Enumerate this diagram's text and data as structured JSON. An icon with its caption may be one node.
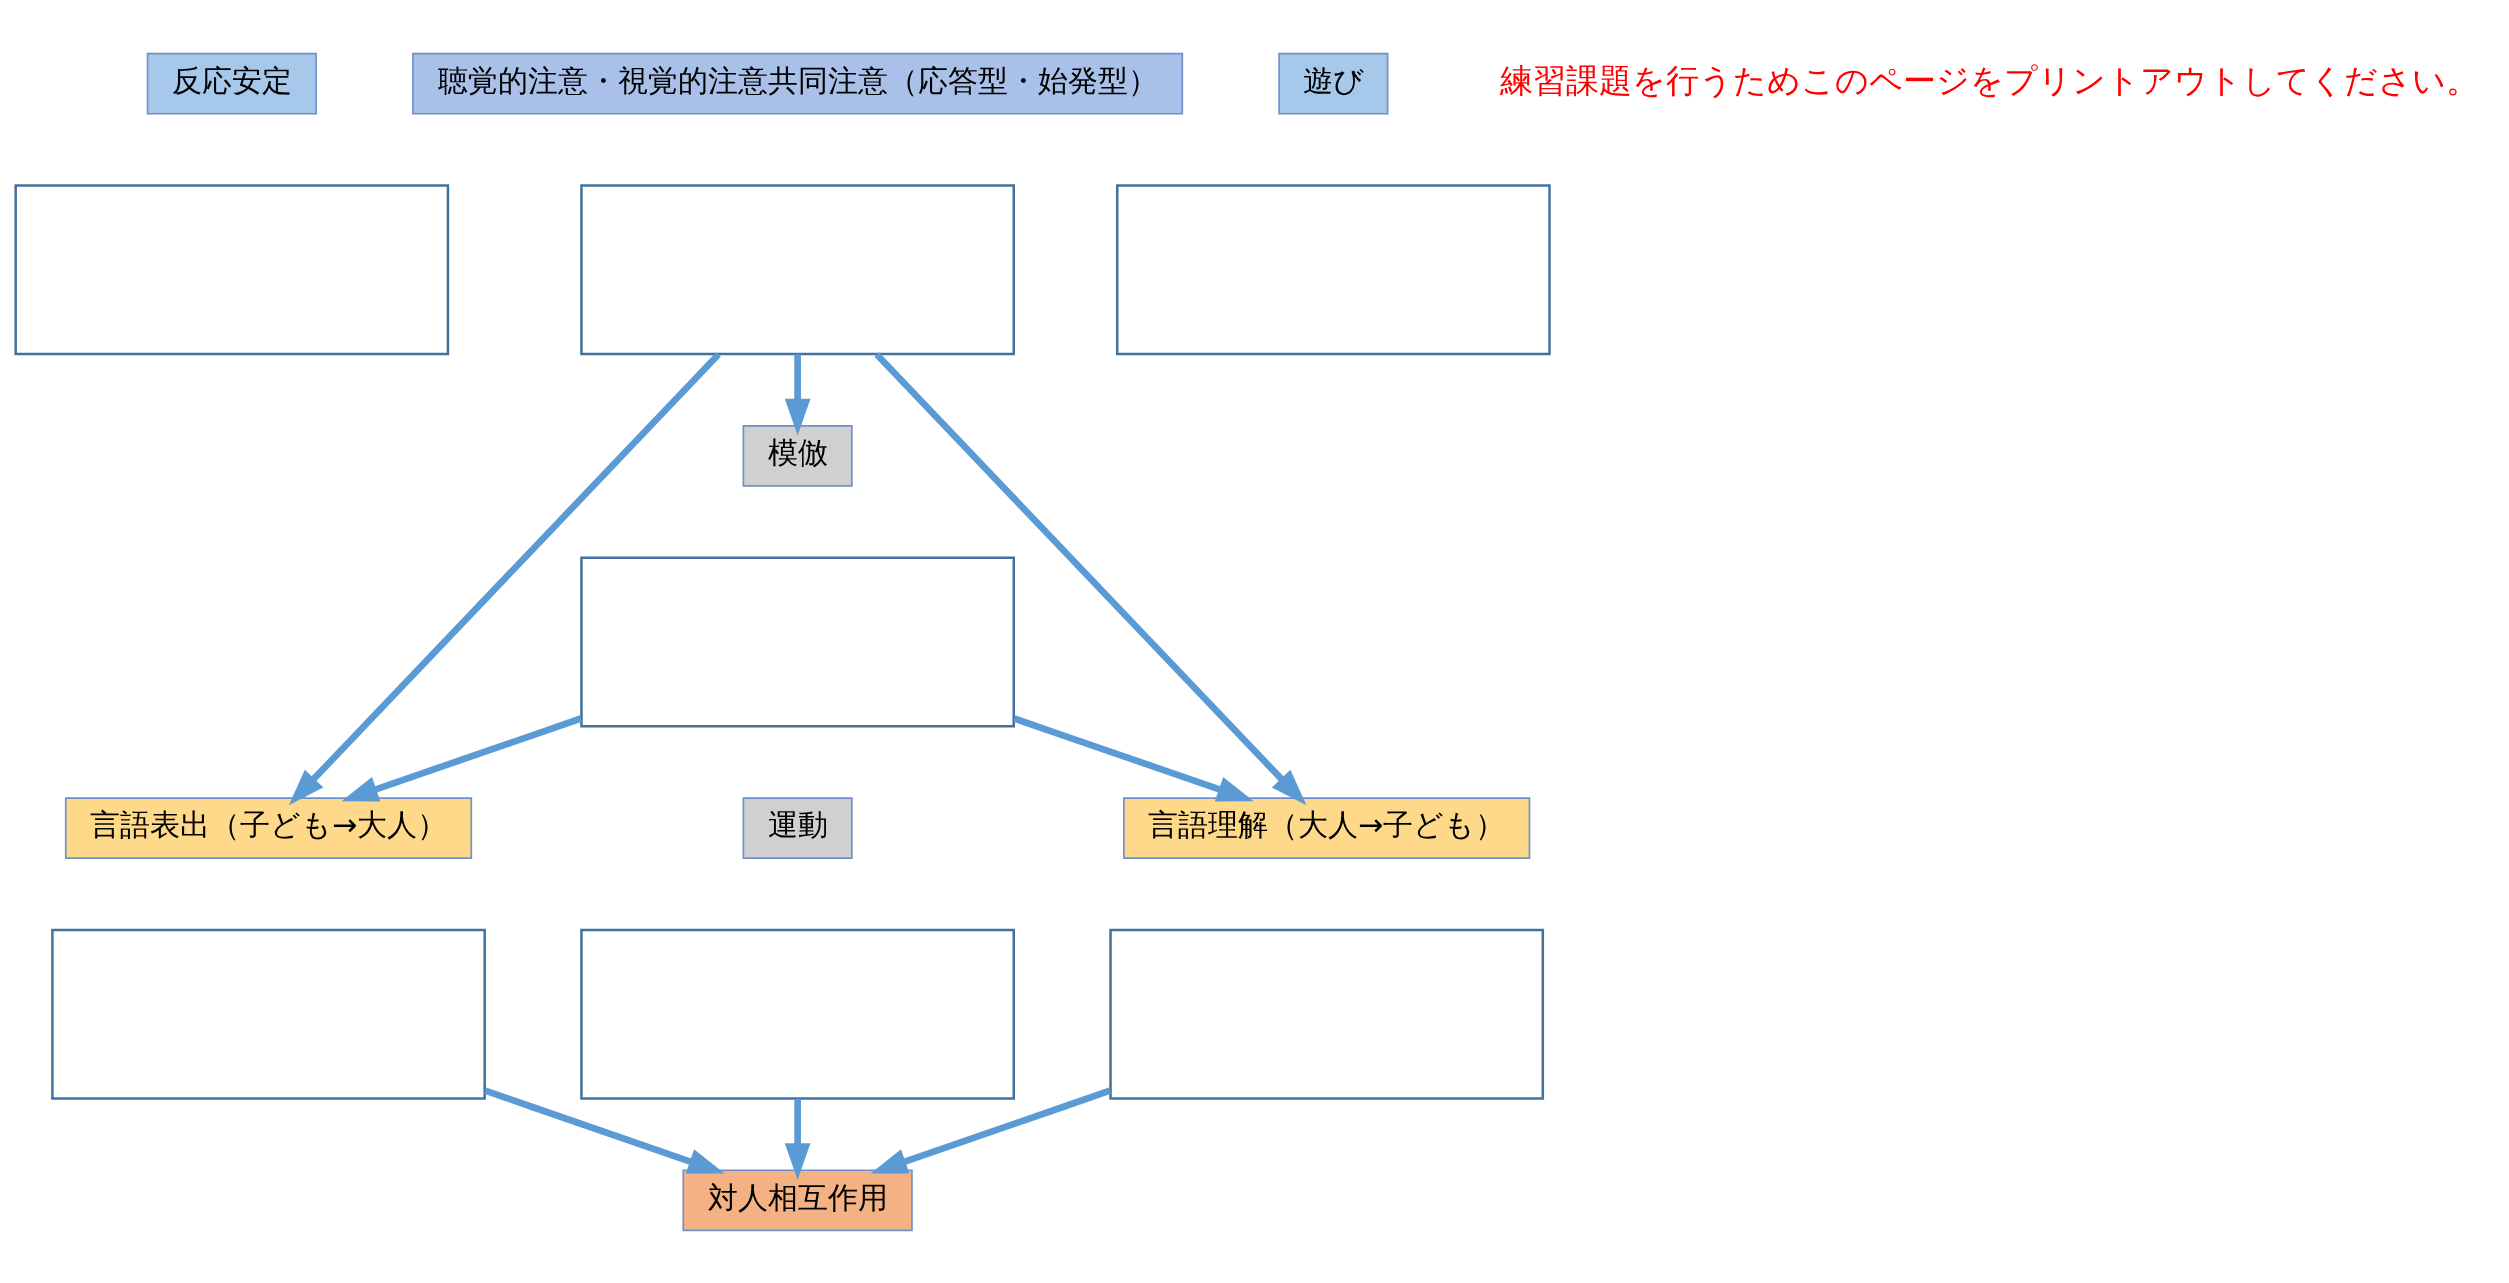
{
  "diagram": {
    "nodes": [
      {
        "text": [
          "聴覚的注意・視覚的注意共同注意（応答型・始発型）"
        ]
      },
      {
        "text": [],
        "shape": "box"
      },
      {
        "text": [
          "反応安定"
        ]
      },
      {
        "text": [],
        "shape": "box"
      },
      {
        "text": [
          "遊び"
        ]
      },
      {
        "text": [],
        "shape": "box"
      },
      {
        "text": [
          "模倣"
        ]
      },
      {
        "text": [],
        "shape": "box"
      },
      {
        "text": [
          "運動"
        ]
      },
      {
        "text": [],
        "shape": "box"
      },
      {
        "text": [
          "言語表出（子ども→大人）"
        ]
      },
      {
        "text": [],
        "shape": "box"
      },
      {
        "text": [
          "言語理解（大人→子ども）"
        ]
      },
      {
        "text": [],
        "shape": "box"
      },
      {
        "text": [
          "対人相互作用"
        ]
      }
    ],
    "edges": [
      {
        "from": 1,
        "to": 6,
        "arrow": "to"
      },
      {
        "from": 1,
        "to": 10,
        "arrow": "to"
      },
      {
        "from": 1,
        "to": 12,
        "arrow": "to"
      },
      {
        "from": 7,
        "to": 10,
        "arrow": "to"
      },
      {
        "from": 7,
        "to": 12,
        "arrow": "to"
      },
      {
        "from": 11,
        "to": 14,
        "arrow": "to"
      },
      {
        "from": 9,
        "to": 14,
        "arrow": "to"
      },
      {
        "from": 13,
        "to": 14,
        "arrow": "to"
      }
    ],
    "labels": [
      "練習課題を行うためこのページをプリントアウトしてください。"
    ]
  }
}
